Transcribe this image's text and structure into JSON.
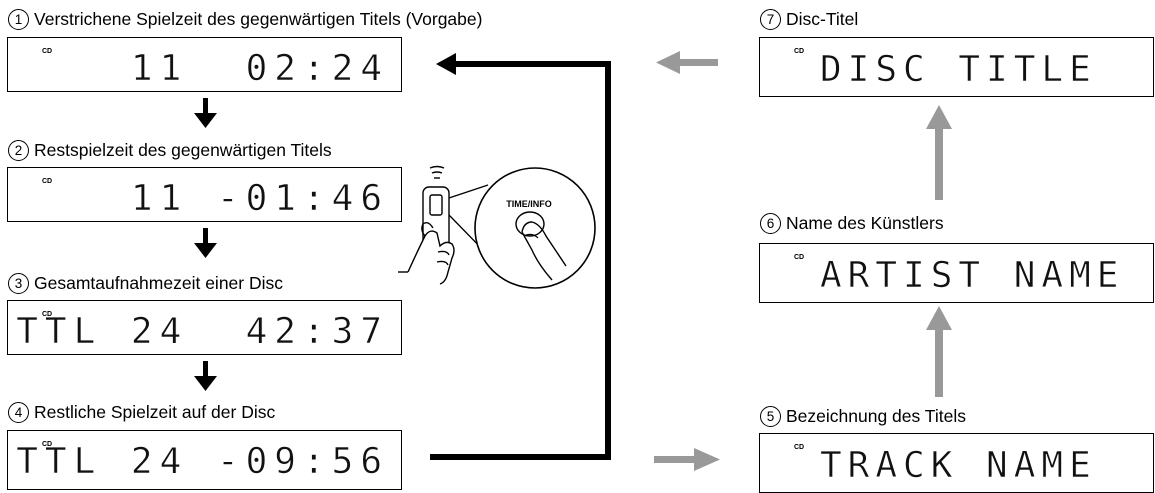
{
  "display_tag": "CD",
  "steps": [
    {
      "num": "1",
      "caption": "Verstrichene Spielzeit des gegenwärtigen Titels (Vorgabe)",
      "display": "11  02:24"
    },
    {
      "num": "2",
      "caption": "Restspielzeit des gegenwärtigen Titels",
      "display": "11 -01:46"
    },
    {
      "num": "3",
      "caption": "Gesamtaufnahmezeit einer Disc",
      "display": "TTL 24  42:37"
    },
    {
      "num": "4",
      "caption": "Restliche Spielzeit auf der Disc",
      "display": "TTL 24 -09:56"
    },
    {
      "num": "5",
      "caption": "Bezeichnung des Titels",
      "display": "TRACK NAME"
    },
    {
      "num": "6",
      "caption": "Name des Künstlers",
      "display": "ARTIST NAME"
    },
    {
      "num": "7",
      "caption": "Disc-Titel",
      "display": "DISC TITLE"
    }
  ],
  "remote_button_label": "TIME/INFO",
  "colors": {
    "flow_arrow": "#000000",
    "secondary_arrow": "#999999"
  }
}
